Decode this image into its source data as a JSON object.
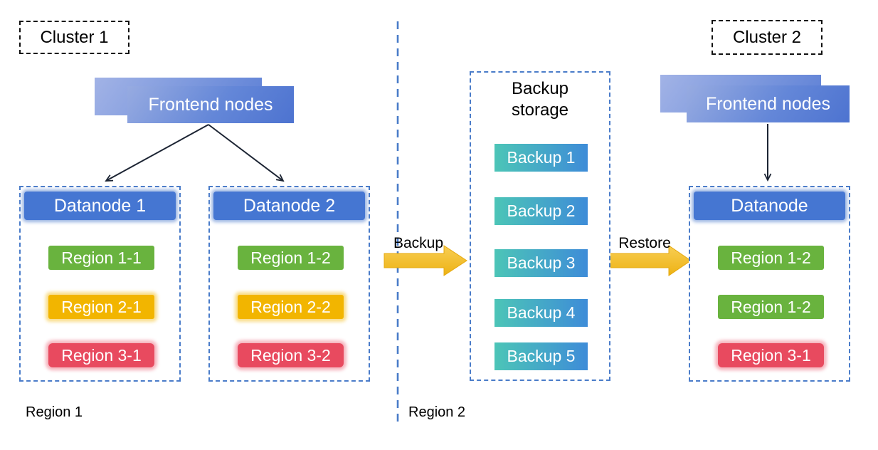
{
  "diagram": {
    "cluster1": {
      "label": "Cluster 1",
      "frontend_label": "Frontend nodes",
      "region_label": "Region 1",
      "datanodes": [
        {
          "title": "Datanode 1",
          "regions": [
            {
              "label": "Region 1-1",
              "color": "green"
            },
            {
              "label": "Region 2-1",
              "color": "gold"
            },
            {
              "label": "Region 3-1",
              "color": "red"
            }
          ]
        },
        {
          "title": "Datanode 2",
          "regions": [
            {
              "label": "Region 1-2",
              "color": "green"
            },
            {
              "label": "Region 2-2",
              "color": "gold"
            },
            {
              "label": "Region 3-2",
              "color": "red"
            }
          ]
        }
      ]
    },
    "backup_storage": {
      "title": "Backup storage",
      "items": [
        "Backup 1",
        "Backup 2",
        "Backup 3",
        "Backup 4",
        "Backup 5"
      ]
    },
    "flows": {
      "backup_label": "Backup",
      "restore_label": "Restore"
    },
    "cluster2": {
      "label": "Cluster 2",
      "frontend_label": "Frontend nodes",
      "region_label": "Region 2",
      "datanode": {
        "title": "Datanode",
        "regions": [
          {
            "label": "Region 1-2",
            "color": "green"
          },
          {
            "label": "Region 1-2",
            "color": "green"
          },
          {
            "label": "Region 3-1",
            "color": "red"
          }
        ]
      }
    },
    "colors": {
      "dashed_border_blue": "#4a7cc9",
      "datanode_header_blue": "#4576d2",
      "frontend_gradient_start": "#97abe1",
      "frontend_gradient_end": "#4d73d0",
      "region_green": "#69b33e",
      "region_gold": "#f2b500",
      "region_red": "#e84a5f",
      "backup_gradient_start": "#4cc5b7",
      "backup_gradient_end": "#3e8cd8",
      "flow_arrow_gold": "#f0b923",
      "connector_dark": "#1c2433"
    }
  }
}
